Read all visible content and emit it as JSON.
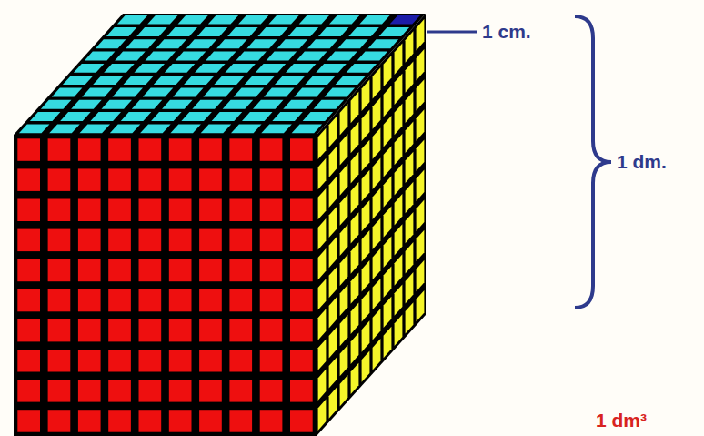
{
  "diagram": {
    "labels": [
      "1 cm.",
      "1 dm.",
      "1 dm³"
    ]
  }
}
